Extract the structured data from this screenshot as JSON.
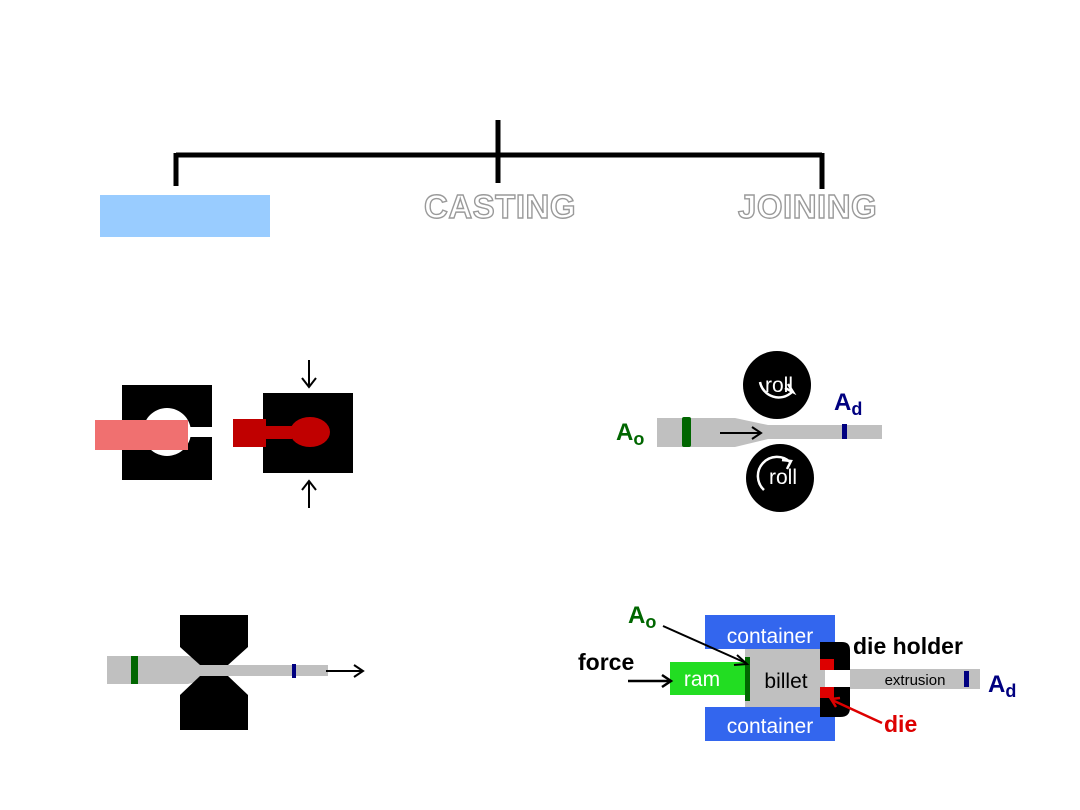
{
  "categories": {
    "casting": "CASTING",
    "joining": "JOINING"
  },
  "rolling": {
    "roll_label": "roll",
    "area_in": "A",
    "area_in_sub": "o",
    "area_out": "A",
    "area_out_sub": "d"
  },
  "extrusion": {
    "area_in": "A",
    "area_in_sub": "o",
    "container": "container",
    "die_holder": "die holder",
    "force": "force",
    "ram": "ram",
    "billet": "billet",
    "extrusion": "extrusion",
    "area_out": "A",
    "area_out_sub": "d",
    "die": "die"
  },
  "colors": {
    "tree_line": "#000000",
    "highlight_box": "#99ccff",
    "header_outline": "#9a9a9a",
    "workpiece": "#c0c0c0",
    "forging_blank": "#f07070",
    "forging_part": "#c00000",
    "area_in": "#006600",
    "area_out": "#000080",
    "container": "#3366ee",
    "ram": "#22dd22",
    "die": "#dd0000"
  },
  "icons": [
    "arrow-down-icon",
    "arrow-up-icon",
    "arrow-right-icon",
    "rotation-arrow-icon"
  ]
}
